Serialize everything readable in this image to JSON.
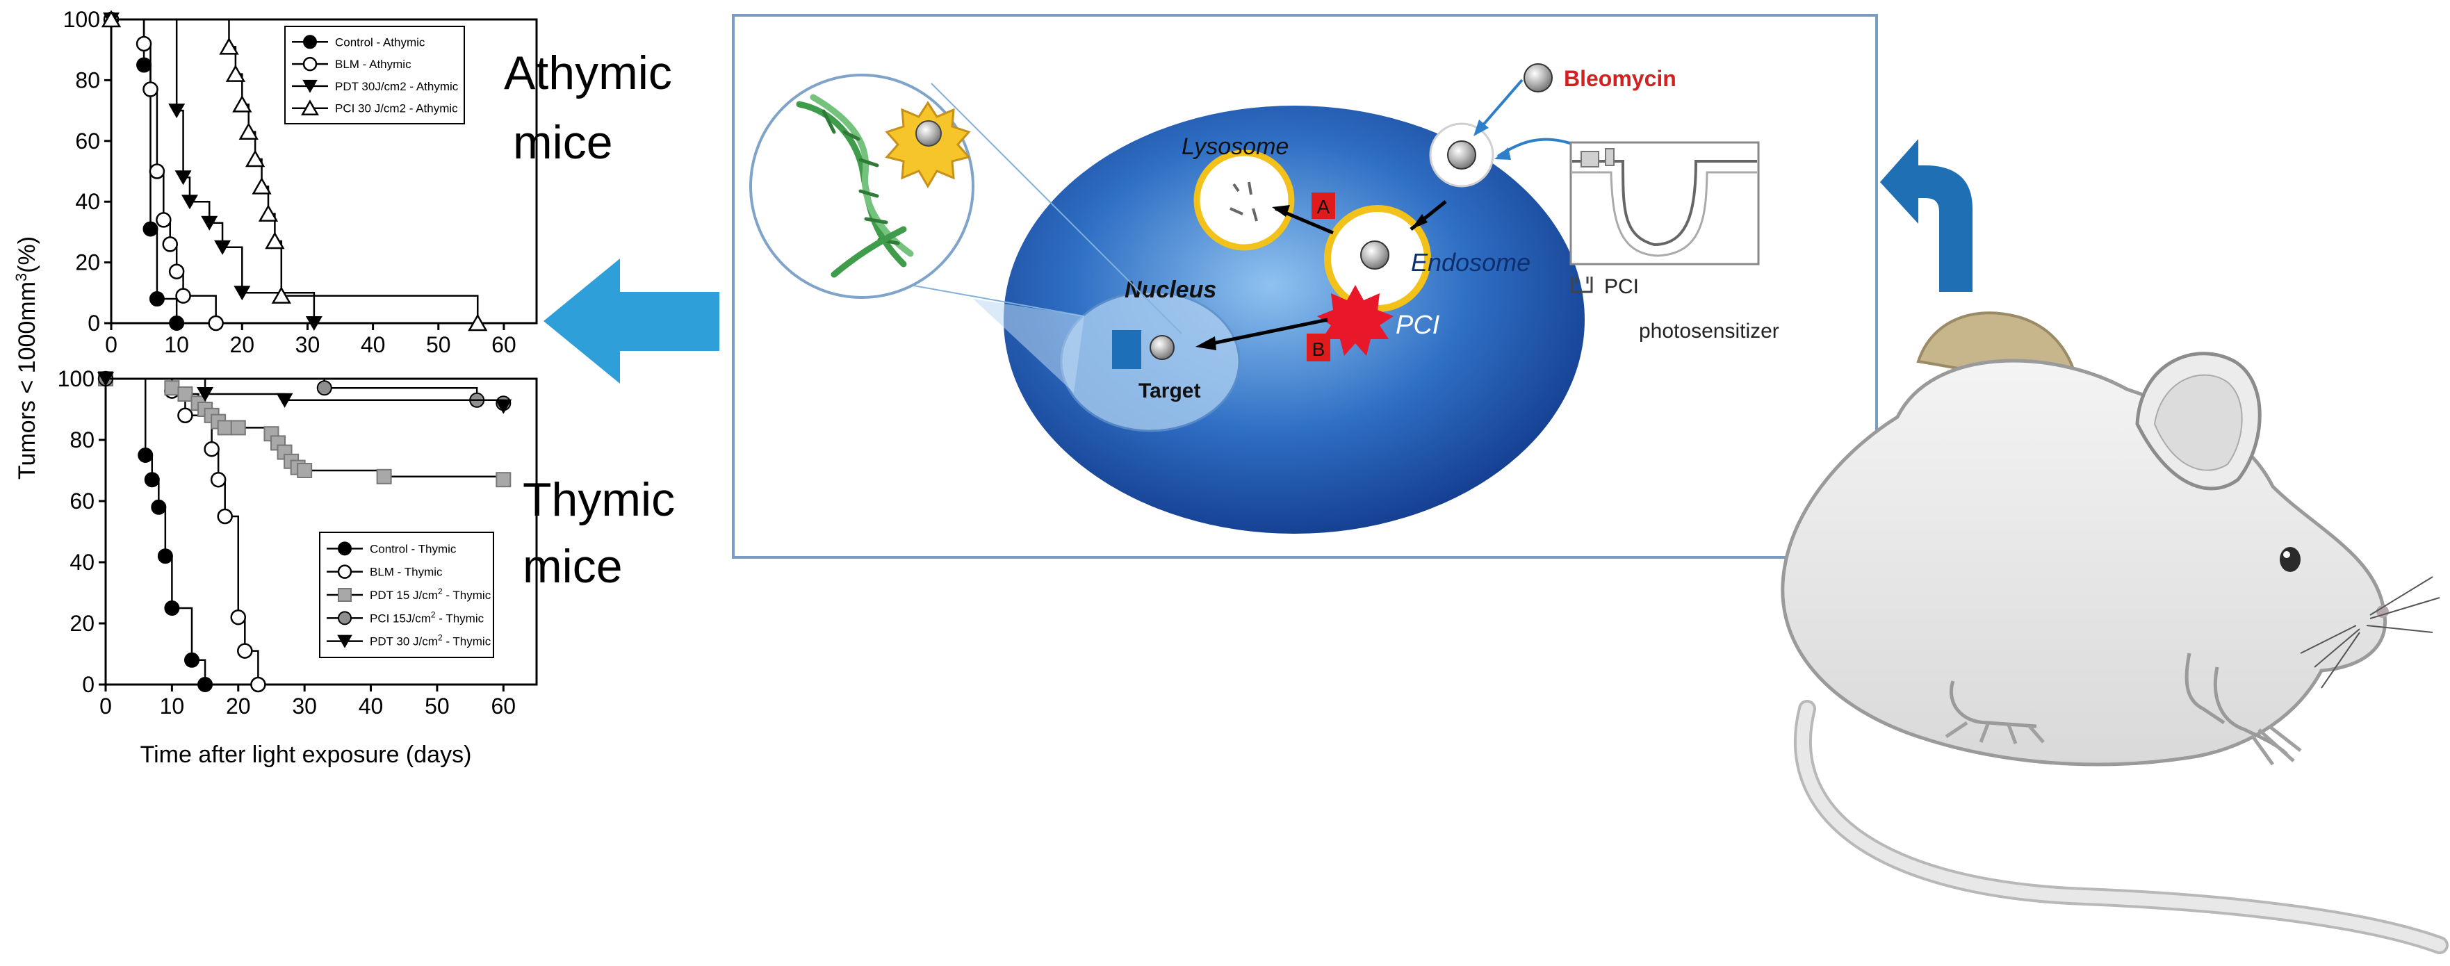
{
  "chart_data": [
    {
      "type": "line",
      "subtype": "step-survival",
      "side_label_line1": "Athymic",
      "side_label_line2": "mice",
      "xlabel": "",
      "ylabel": "Tumors < 1000mm",
      "ylabel_sup": "3",
      "ylabel_suffix": "(%)",
      "xlim": [
        0,
        65
      ],
      "ylim": [
        0,
        100
      ],
      "x_ticks": [
        0,
        10,
        20,
        30,
        40,
        50,
        60
      ],
      "y_ticks": [
        0,
        20,
        40,
        60,
        80,
        100
      ],
      "grid": false,
      "legend_position": "top-right",
      "series": [
        {
          "name": "Control - Athymic",
          "marker": "filled-circle",
          "x": [
            0,
            5,
            6,
            7,
            10
          ],
          "y": [
            100,
            85,
            31,
            8,
            0
          ]
        },
        {
          "name": "BLM - Athymic",
          "marker": "open-circle",
          "x": [
            0,
            5,
            6,
            7,
            8,
            9,
            10,
            11,
            16
          ],
          "y": [
            100,
            92,
            77,
            50,
            34,
            26,
            17,
            9,
            0
          ]
        },
        {
          "name": "PDT 30J/cm2 - Athymic",
          "marker": "filled-triangle-down",
          "x": [
            0,
            10,
            11,
            12,
            15,
            17,
            20,
            31
          ],
          "y": [
            100,
            70,
            48,
            40,
            33,
            25,
            10,
            0
          ]
        },
        {
          "name": "PCI 30 J/cm2 - Athymic",
          "marker": "open-triangle-up",
          "x": [
            0,
            18,
            19,
            20,
            21,
            22,
            23,
            24,
            25,
            26,
            56
          ],
          "y": [
            100,
            91,
            82,
            72,
            63,
            54,
            45,
            36,
            27,
            9,
            0
          ]
        }
      ]
    },
    {
      "type": "line",
      "subtype": "step-survival",
      "side_label_line1": "Thymic",
      "side_label_line2": "mice",
      "xlabel": "Time after light exposure (days)",
      "xlim": [
        0,
        65
      ],
      "ylim": [
        0,
        100
      ],
      "x_ticks": [
        0,
        10,
        20,
        30,
        40,
        50,
        60
      ],
      "y_ticks": [
        0,
        20,
        40,
        60,
        80,
        100
      ],
      "grid": false,
      "legend_position": "bottom-right",
      "series": [
        {
          "name_prefix": "Control - Thymic",
          "name_sup": "",
          "name_suffix": "",
          "marker": "filled-circle",
          "x": [
            0,
            6,
            7,
            8,
            9,
            10,
            13,
            15
          ],
          "y": [
            100,
            75,
            67,
            58,
            42,
            25,
            8,
            0
          ]
        },
        {
          "name_prefix": "BLM - Thymic",
          "name_sup": "",
          "name_suffix": "",
          "marker": "open-circle",
          "x": [
            0,
            10,
            12,
            16,
            17,
            18,
            20,
            21,
            23
          ],
          "y": [
            100,
            96,
            88,
            77,
            67,
            55,
            22,
            11,
            0
          ]
        },
        {
          "name_prefix": "PDT 15 J/cm",
          "name_sup": "2",
          "name_suffix": " - Thymic",
          "marker": "filled-square",
          "x": [
            0,
            10,
            12,
            14,
            15,
            16,
            17,
            18,
            20,
            25,
            26,
            27,
            28,
            29,
            30,
            42,
            60
          ],
          "y": [
            100,
            97,
            95,
            92,
            90,
            88,
            86,
            84,
            84,
            82,
            79,
            76,
            73,
            71,
            70,
            68,
            67
          ]
        },
        {
          "name_prefix": "PCI 15J/cm",
          "name_sup": "2",
          "name_suffix": " - Thymic",
          "marker": "filled-circle-grey",
          "x": [
            0,
            33,
            56,
            60
          ],
          "y": [
            100,
            97,
            93,
            92
          ]
        },
        {
          "name_prefix": "PDT 30 J/cm",
          "name_sup": "2",
          "name_suffix": " - Thymic",
          "marker": "filled-triangle-down",
          "x": [
            0,
            15,
            27,
            60
          ],
          "y": [
            100,
            95,
            93,
            91
          ]
        }
      ]
    }
  ],
  "diagram": {
    "labels": {
      "bleomycin": "Bleomycin",
      "lysosome": "Lysosome",
      "endosome": "Endosome",
      "nucleus": "Nucleus",
      "target": "Target",
      "pci": "PCI",
      "photosensitizer_line1": "PCI",
      "photosensitizer_line2": "photosensitizer",
      "path_a": "A",
      "path_b": "B"
    },
    "colors": {
      "cell_light": "#6fa8e0",
      "cell_dark": "#123a8c",
      "bleomycin_text": "#d42020",
      "vesicle_ring": "#f2c21b",
      "badge_red": "#e01b1b",
      "arrow_blue": "#2e9fd9",
      "mouse_arrow": "#1f6fb5",
      "dna_green": "#3f9c4a",
      "tumor": "#c7b58c"
    }
  }
}
